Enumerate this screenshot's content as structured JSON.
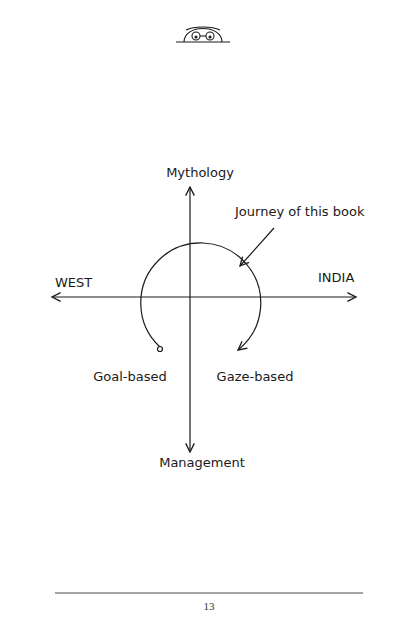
{
  "diagram": {
    "labels": [
      "Mythology",
      "Journey of this book",
      "WEST",
      "INDIA",
      "Goal-based",
      "Gaze-based",
      "Management",
      "13"
    ]
  }
}
